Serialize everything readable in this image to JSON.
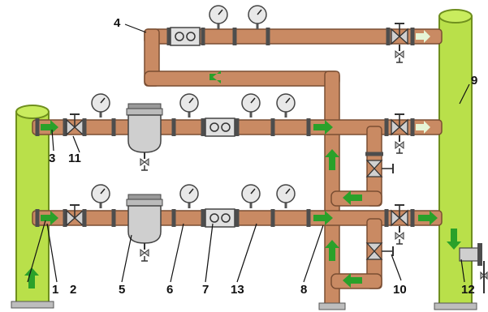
{
  "colors": {
    "pipe": "#c98a63",
    "pipe_edge": "#7a4e33",
    "column": "#b9e04a",
    "column_edge": "#6f8f1e",
    "arrow": "#2aa12a",
    "flange": "#4d4d4d",
    "gauge": "#e8e8e8",
    "filter": "#cfcfcf",
    "base": "#bdbdbd"
  },
  "callouts": {
    "n1": "1",
    "n2": "2",
    "n3": "3",
    "n4": "4",
    "n5": "5",
    "n6": "6",
    "n7": "7",
    "n8": "8",
    "n9": "9",
    "n10": "10",
    "n11": "11",
    "n12": "12",
    "n13": "13"
  }
}
